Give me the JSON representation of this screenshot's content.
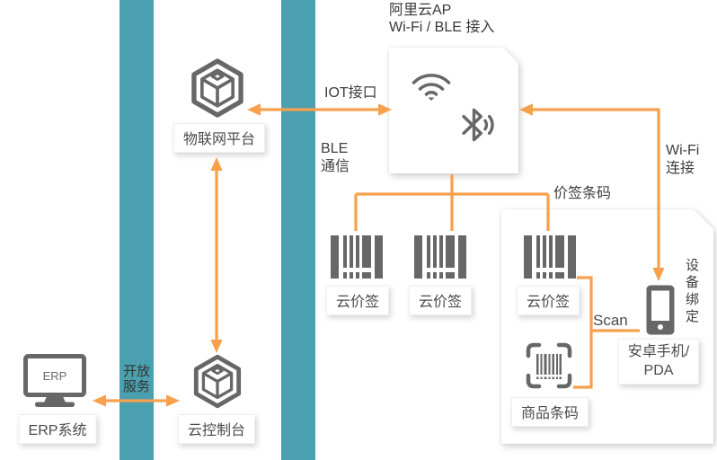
{
  "colors": {
    "accent_orange": "#F7A14D",
    "pipe_teal": "#4BA0AF",
    "icon_gray": "#676767"
  },
  "header": {
    "line1": "阿里云AP",
    "line2": "Wi-Fi / BLE 接入"
  },
  "nodes": {
    "iot_platform": {
      "label": "物联网平台"
    },
    "cloud_console": {
      "label": "云控制台"
    },
    "erp": {
      "screen_text": "ERP",
      "label": "ERP系统"
    },
    "price_tag_1": {
      "label": "云价签"
    },
    "price_tag_2": {
      "label": "云价签"
    },
    "price_tag_3": {
      "label": "云价签"
    },
    "product_barcode": {
      "label": "商品条码"
    },
    "phone": {
      "label_line1": "安卓手机/",
      "label_line2": "PDA"
    }
  },
  "edges": {
    "iot_interface": {
      "label": "IOT接口"
    },
    "ble": {
      "line1": "BLE",
      "line2": "通信"
    },
    "price_tag_barcode": {
      "label": "价签条码"
    },
    "wifi_connect": {
      "line1": "Wi-Fi",
      "line2": "连接"
    },
    "open_service": {
      "line1": "开放",
      "line2": "服务"
    },
    "scan": {
      "label": "Scan"
    },
    "device_binding": {
      "label": "设备绑定"
    }
  }
}
